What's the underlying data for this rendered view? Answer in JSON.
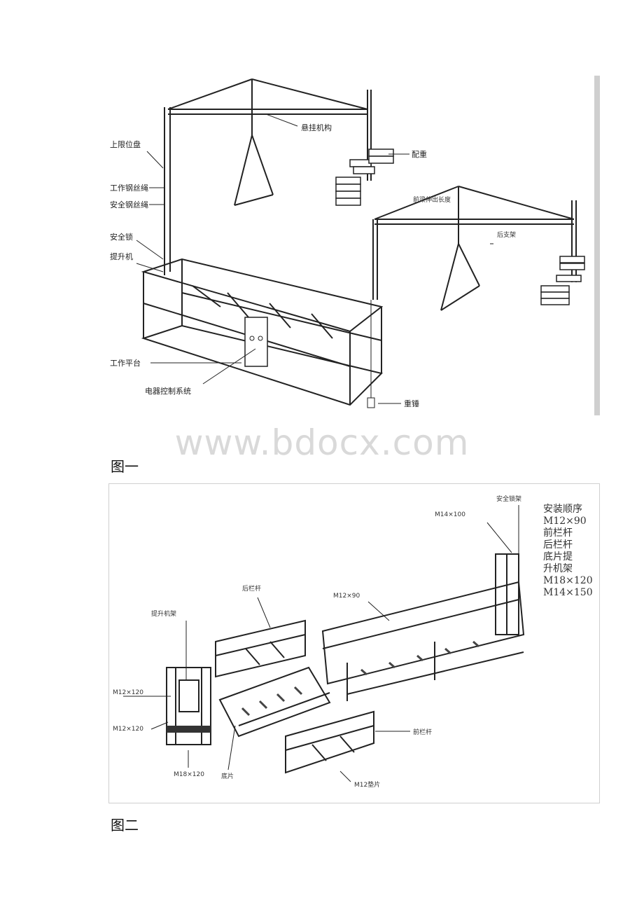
{
  "watermark": "www.bdocx.com",
  "figure1": {
    "caption": "图一",
    "labels": {
      "upper_limit": "上限位盘",
      "work_rope": "工作钢丝绳",
      "safety_rope": "安全钢丝绳",
      "safety_lock": "安全锁",
      "hoist": "提升机",
      "platform": "工作平台",
      "electrical": "电器控制系统",
      "suspension": "悬挂机构",
      "counterweight": "配重",
      "front_beam": "前梁伸出长度",
      "rear_beam": "后支架",
      "hammer": "重锤"
    }
  },
  "figure2": {
    "caption": "图二",
    "labels": {
      "safety_lock_mount": "安全锁架",
      "m14x100": "M14×100",
      "m12x90": "M12×90",
      "rear_rail": "后栏杆",
      "hoist_frame": "提升机架",
      "m12x120": "M12×120",
      "m12x120b": "M12×120",
      "m18x120": "M18×120",
      "base": "底片",
      "front_rail": "前栏杆",
      "m12x90b": "M12垫片"
    },
    "legend": [
      "安装顺序",
      "M12×90",
      "前栏杆",
      "后栏杆",
      "底片提",
      "升机架",
      "M18×120",
      "M14×150"
    ]
  }
}
